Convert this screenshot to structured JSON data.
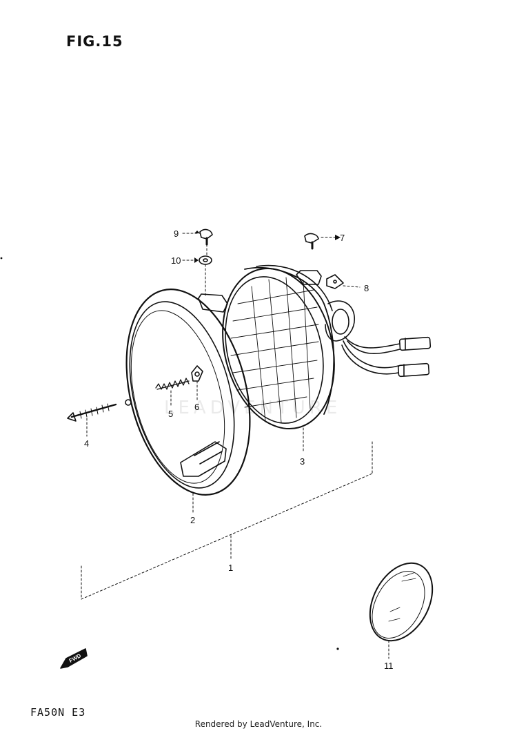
{
  "figure_title": "FIG.15",
  "watermark_text": "LEADVENTURE",
  "model_code": "FA50N E3",
  "fwd_label": "FWD",
  "footer_text": "Rendered by LeadVenture, Inc.",
  "callouts": {
    "c1": "1",
    "c2": "2",
    "c3": "3",
    "c4": "4",
    "c5": "5",
    "c6": "6",
    "c7": "7",
    "c8": "8",
    "c9": "9",
    "c10": "10",
    "c11": "11"
  },
  "icons": [
    "headlight-rim",
    "sealed-beam-unit",
    "screw",
    "spring",
    "nut",
    "reflector",
    "fwd-arrow"
  ],
  "colors": {
    "ink": "#111111",
    "background": "#ffffff"
  }
}
